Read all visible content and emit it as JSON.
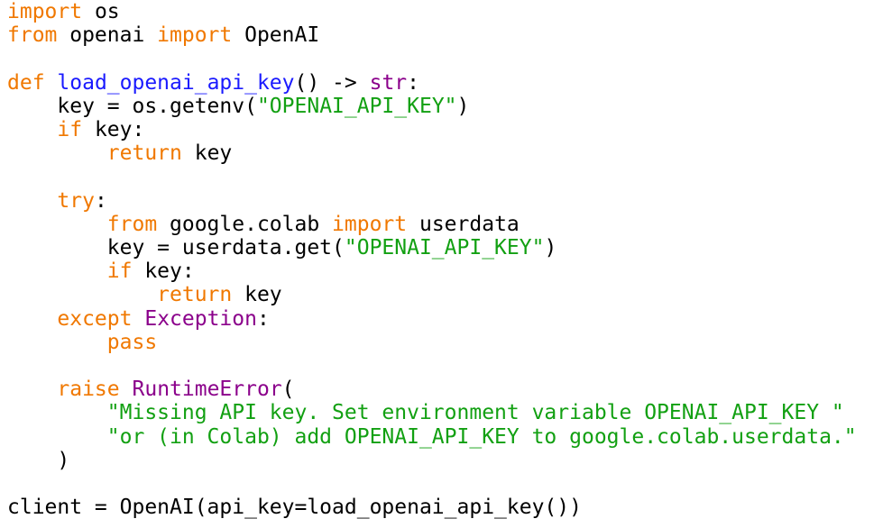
{
  "colors": {
    "keyword": "#f07800",
    "function_name": "#1a1aff",
    "builtin": "#8b008b",
    "string": "#12a012",
    "plain": "#000000",
    "background": "#ffffff"
  },
  "code": {
    "lines": [
      [
        {
          "t": "kw",
          "s": "import"
        },
        {
          "t": "plain",
          "s": " os"
        }
      ],
      [
        {
          "t": "kw",
          "s": "from"
        },
        {
          "t": "plain",
          "s": " openai "
        },
        {
          "t": "kw",
          "s": "import"
        },
        {
          "t": "plain",
          "s": " OpenAI"
        }
      ],
      [],
      [
        {
          "t": "kw",
          "s": "def"
        },
        {
          "t": "plain",
          "s": " "
        },
        {
          "t": "fn",
          "s": "load_openai_api_key"
        },
        {
          "t": "plain",
          "s": "() -> "
        },
        {
          "t": "bi",
          "s": "str"
        },
        {
          "t": "plain",
          "s": ":"
        }
      ],
      [
        {
          "t": "plain",
          "s": "    key = os.getenv("
        },
        {
          "t": "str",
          "s": "\"OPENAI_API_KEY\""
        },
        {
          "t": "plain",
          "s": ")"
        }
      ],
      [
        {
          "t": "plain",
          "s": "    "
        },
        {
          "t": "kw",
          "s": "if"
        },
        {
          "t": "plain",
          "s": " key:"
        }
      ],
      [
        {
          "t": "plain",
          "s": "        "
        },
        {
          "t": "kw",
          "s": "return"
        },
        {
          "t": "plain",
          "s": " key"
        }
      ],
      [],
      [
        {
          "t": "plain",
          "s": "    "
        },
        {
          "t": "kw",
          "s": "try"
        },
        {
          "t": "plain",
          "s": ":"
        }
      ],
      [
        {
          "t": "plain",
          "s": "        "
        },
        {
          "t": "kw",
          "s": "from"
        },
        {
          "t": "plain",
          "s": " google.colab "
        },
        {
          "t": "kw",
          "s": "import"
        },
        {
          "t": "plain",
          "s": " userdata"
        }
      ],
      [
        {
          "t": "plain",
          "s": "        key = userdata.get("
        },
        {
          "t": "str",
          "s": "\"OPENAI_API_KEY\""
        },
        {
          "t": "plain",
          "s": ")"
        }
      ],
      [
        {
          "t": "plain",
          "s": "        "
        },
        {
          "t": "kw",
          "s": "if"
        },
        {
          "t": "plain",
          "s": " key:"
        }
      ],
      [
        {
          "t": "plain",
          "s": "            "
        },
        {
          "t": "kw",
          "s": "return"
        },
        {
          "t": "plain",
          "s": " key"
        }
      ],
      [
        {
          "t": "plain",
          "s": "    "
        },
        {
          "t": "kw",
          "s": "except"
        },
        {
          "t": "plain",
          "s": " "
        },
        {
          "t": "bi",
          "s": "Exception"
        },
        {
          "t": "plain",
          "s": ":"
        }
      ],
      [
        {
          "t": "plain",
          "s": "        "
        },
        {
          "t": "kw",
          "s": "pass"
        }
      ],
      [],
      [
        {
          "t": "plain",
          "s": "    "
        },
        {
          "t": "kw",
          "s": "raise"
        },
        {
          "t": "plain",
          "s": " "
        },
        {
          "t": "bi",
          "s": "RuntimeError"
        },
        {
          "t": "plain",
          "s": "("
        }
      ],
      [
        {
          "t": "plain",
          "s": "        "
        },
        {
          "t": "str",
          "s": "\"Missing API key. Set environment variable OPENAI_API_KEY \""
        }
      ],
      [
        {
          "t": "plain",
          "s": "        "
        },
        {
          "t": "str",
          "s": "\"or (in Colab) add OPENAI_API_KEY to google.colab.userdata.\""
        }
      ],
      [
        {
          "t": "plain",
          "s": "    )"
        }
      ],
      [],
      [
        {
          "t": "plain",
          "s": "client = OpenAI(api_key=load_openai_api_key())"
        }
      ]
    ]
  }
}
